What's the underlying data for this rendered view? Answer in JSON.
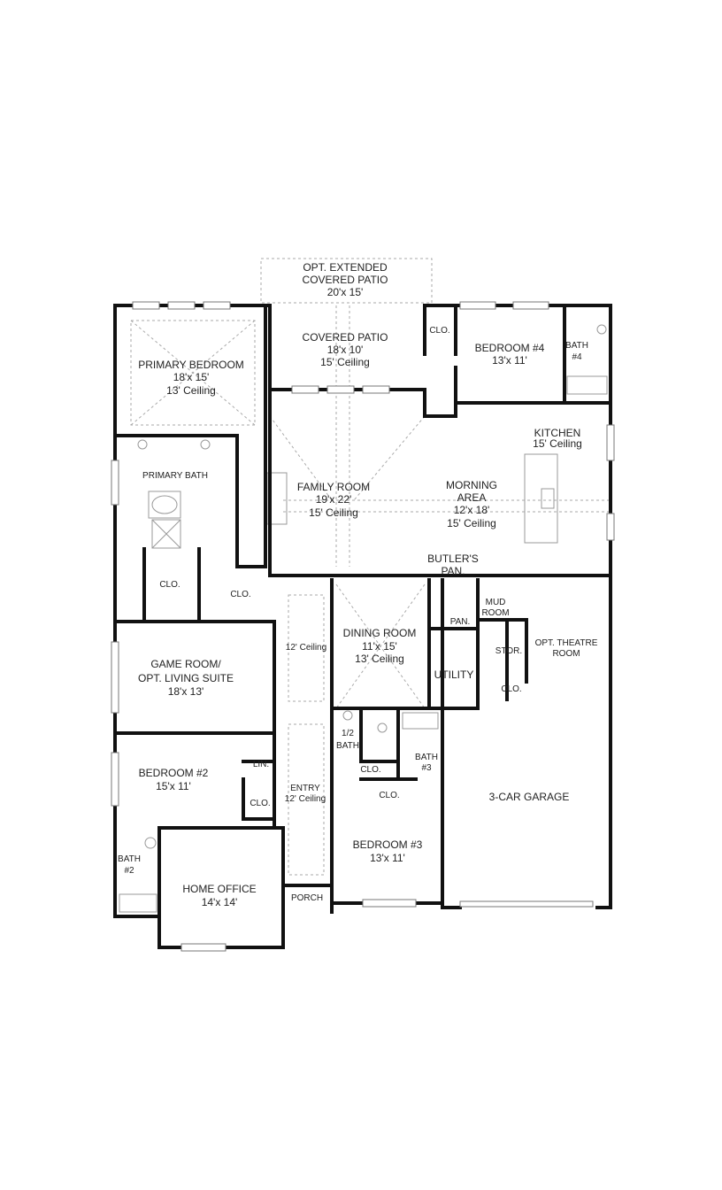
{
  "rooms": {
    "ext_patio": [
      "OPT. EXTENDED",
      "COVERED PATIO",
      "20'x 15'"
    ],
    "patio": [
      "COVERED PATIO",
      "18'x 10'",
      "15' Ceiling"
    ],
    "primary_bedroom": [
      "PRIMARY BEDROOM",
      "18'x 15'",
      "13' Ceiling"
    ],
    "bedroom4": [
      "BEDROOM #4",
      "13'x 11'"
    ],
    "clo_b4": "CLO.",
    "bath4": [
      "BATH",
      "#4"
    ],
    "kitchen": [
      "KITCHEN",
      "15' Ceiling"
    ],
    "primary_bath": "PRIMARY BATH",
    "family_room": [
      "FAMILY ROOM",
      "19'x 22'",
      "15' Ceiling"
    ],
    "morning_area": [
      "MORNING",
      "AREA",
      "12'x 18'",
      "15' Ceiling"
    ],
    "butlers": [
      "BUTLER'S",
      "PAN."
    ],
    "clo_pb1": "CLO.",
    "clo_pb2": "CLO.",
    "gallery_ceiling": "12' Ceiling",
    "dining_room": [
      "DINING ROOM",
      "11'x 15'",
      "13' Ceiling"
    ],
    "pan": "PAN.",
    "mud_room": [
      "MUD",
      "ROOM"
    ],
    "stor": "STOR.",
    "theatre": [
      "OPT. THEATRE",
      "ROOM"
    ],
    "utility": "UTILITY",
    "clo_util": "CLO.",
    "game_room": [
      "GAME ROOM/",
      "OPT. LIVING SUITE",
      "18'x 13'"
    ],
    "half_bath": [
      "1/2",
      "BATH"
    ],
    "bath3": [
      "BATH",
      "#3"
    ],
    "clo_b3a": "CLO.",
    "clo_b3b": "CLO.",
    "bedroom2": [
      "BEDROOM #2",
      "15'x 11'"
    ],
    "lin": "LIN.",
    "clo_b2": "CLO.",
    "entry": [
      "ENTRY",
      "12' Ceiling"
    ],
    "garage": "3-CAR GARAGE",
    "bedroom3": [
      "BEDROOM #3",
      "13'x 11'"
    ],
    "bath2": [
      "BATH",
      "#2"
    ],
    "home_office": [
      "HOME OFFICE",
      "14'x 14'"
    ],
    "porch": "PORCH"
  }
}
